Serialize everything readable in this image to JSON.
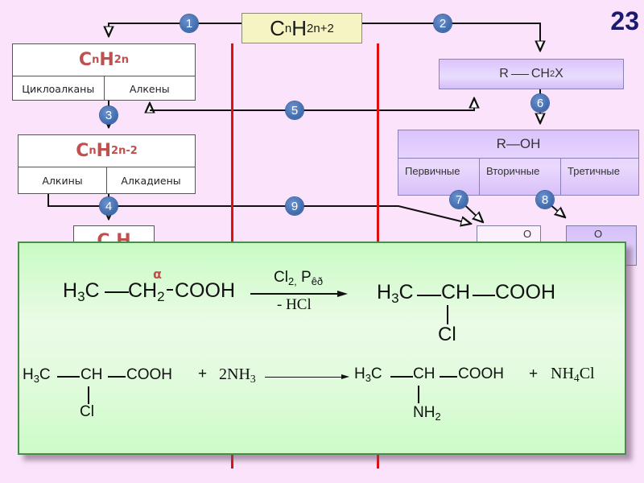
{
  "slide": {
    "number": "23"
  },
  "scheme": {
    "alkane": {
      "base": "C",
      "sub_n": "n",
      "h": "H",
      "sub_h": "2n+2"
    },
    "cnh2n": {
      "base": "C",
      "sub_n": "n",
      "h": "H",
      "sub_h": "2n",
      "columns": [
        "Циклоалканы",
        "Алкены"
      ]
    },
    "cnh2n2": {
      "base": "C",
      "sub_n": "n",
      "h": "H",
      "sub_h": "2n-2",
      "columns": [
        "Алкины",
        "Алкадиены"
      ]
    },
    "cnh2n6": {
      "base": "C",
      "h": "H"
    },
    "haloalkane": {
      "r": "R",
      "c": "CH",
      "sub": "2",
      "x": "X"
    },
    "alcohol": {
      "formula": "R—OH",
      "columns": [
        "Первичные",
        "Вторичные",
        "Третичные"
      ]
    },
    "aldehyde": {
      "o": "O"
    },
    "ketone": {
      "o": "O"
    },
    "badges": [
      "1",
      "2",
      "3",
      "4",
      "5",
      "6",
      "7",
      "8",
      "9"
    ]
  },
  "reactions": {
    "r1": {
      "alpha_label": "α",
      "reactant": {
        "h3c": "H",
        "h3c_sub": "3",
        "h3c_c": "C",
        "ch2": "CH",
        "ch2_sub": "2",
        "cooh": "COOH"
      },
      "above_arrow": {
        "cl": "Cl",
        "cl_sub": "2,",
        "p": "P",
        "p_sub": "êð"
      },
      "below_arrow": "- HCl",
      "product": {
        "h3c": "H",
        "h3c_sub": "3",
        "h3c_c": "C",
        "ch": "CH",
        "cooh": "COOH",
        "substituent": "Cl"
      }
    },
    "r2": {
      "reactant": {
        "h3c": "H",
        "h3c_sub": "3",
        "h3c_c": "C",
        "ch": "CH",
        "cooh": "COOH",
        "substituent": "Cl"
      },
      "plus1": "+",
      "reagent": {
        "text": "2NH",
        "sub": "3"
      },
      "product": {
        "h3c": "H",
        "h3c_sub": "3",
        "h3c_c": "C",
        "ch": "CH",
        "cooh": "COOH",
        "substituent": "NH",
        "substituent_sub": "2"
      },
      "plus2": "+",
      "byproduct": {
        "nh": "NH",
        "sub": "4",
        "cl": "Cl"
      }
    }
  },
  "colors": {
    "background": "#fbe3fb",
    "panel": "#d4fbd0",
    "formula_red": "#c0504d",
    "badge": "#4a76b8",
    "red_line": "#e01010",
    "slide_number": "#1a1a6e"
  }
}
